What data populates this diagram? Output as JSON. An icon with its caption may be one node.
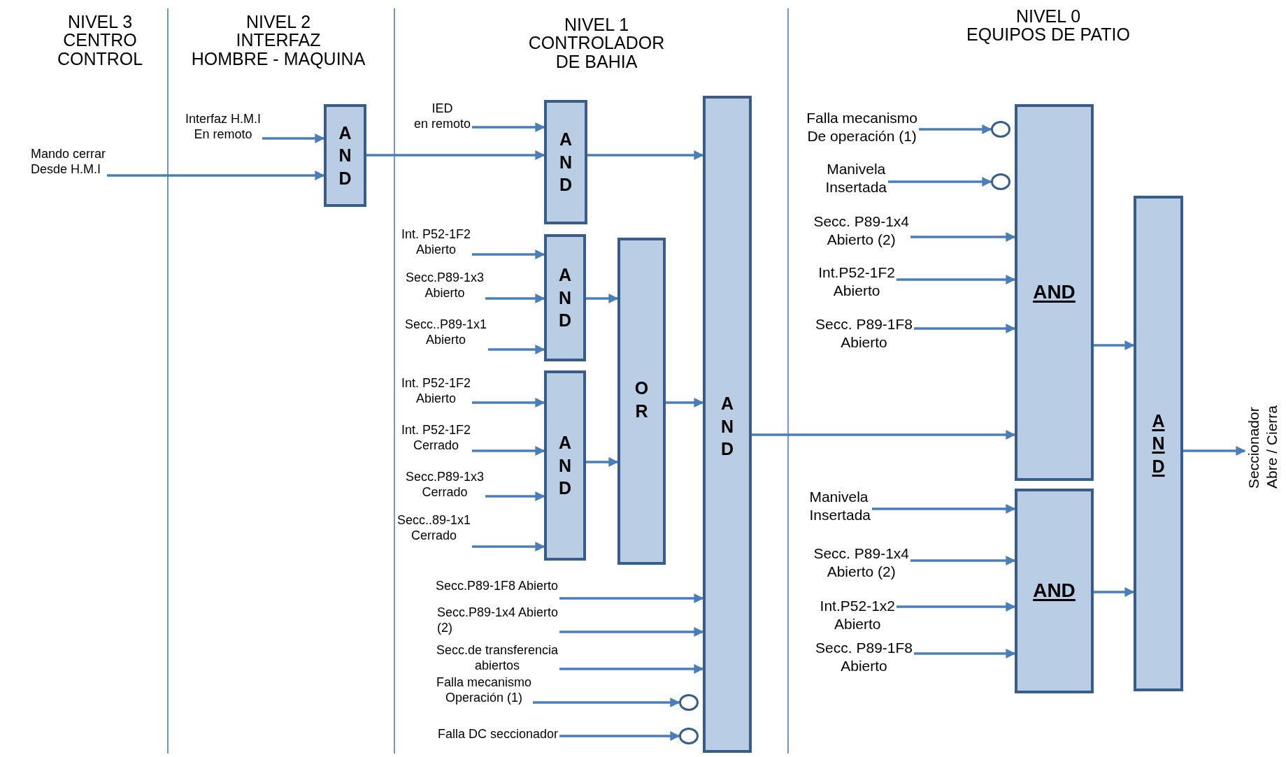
{
  "diagram": {
    "nodes": [
      {
        "text": [
          "Mando cerrar Desde H.M.I"
        ]
      },
      {
        "text": [
          "Interfaz H.M.I En remoto"
        ]
      },
      {
        "text": [
          "AND"
        ]
      },
      {
        "text": [
          "IED en remoto"
        ]
      },
      {
        "text": [
          "AND"
        ]
      },
      {
        "text": [
          "Int. P52-1F2 Abierto"
        ]
      },
      {
        "text": [
          "Secc.P89-1x3 Abierto"
        ]
      },
      {
        "text": [
          "Secc..P89-1x1 Abierto"
        ]
      },
      {
        "text": [
          "AND"
        ]
      },
      {
        "text": [
          "Int. P52-1F2 Abierto"
        ]
      },
      {
        "text": [
          "Int. P52-1F2 Cerrado"
        ]
      },
      {
        "text": [
          "Secc.P89-1x3 Cerrado"
        ]
      },
      {
        "text": [
          "Secc..89-1x1 Cerrado"
        ]
      },
      {
        "text": [
          "AND"
        ]
      },
      {
        "text": [
          "OR"
        ]
      },
      {
        "text": [
          "Secc.P89-1F8 Abierto"
        ]
      },
      {
        "text": [
          "Secc.P89-1x4 Abierto (2)"
        ]
      },
      {
        "text": [
          "Secc.de transferencia abiertos"
        ]
      },
      {
        "text": [
          "Falla mecanismo Operación (1)"
        ]
      },
      {
        "text": [],
        "shape": "circle"
      },
      {
        "text": [
          "Falla DC seccionador"
        ]
      },
      {
        "text": [],
        "shape": "circle"
      },
      {
        "text": [
          "AND"
        ]
      },
      {
        "text": [
          "Falla mecanismo De operación (1)"
        ]
      },
      {
        "text": [],
        "shape": "circle"
      },
      {
        "text": [
          "Manivela Insertada"
        ]
      },
      {
        "text": [],
        "shape": "circle"
      },
      {
        "text": [
          "Secc. P89-1x4 Abierto (2)"
        ]
      },
      {
        "text": [
          "Int.P52-1F2 Abierto"
        ]
      },
      {
        "text": [
          "Secc. P89-1F8 Abierto"
        ]
      },
      {
        "text": [
          "AND"
        ]
      },
      {
        "text": [
          "Manivela Insertada"
        ]
      },
      {
        "text": [
          "Secc. P89-1x4 Abierto (2)"
        ]
      },
      {
        "text": [
          "Int.P52-1x2 Abierto"
        ]
      },
      {
        "text": [
          "Secc. P89-1F8 Abierto"
        ]
      },
      {
        "text": [
          "AND"
        ]
      },
      {
        "text": [
          "AND"
        ]
      },
      {
        "text": [
          "Seccionador Abre / Cierra"
        ]
      }
    ],
    "edges": [
      {
        "from": 0,
        "to": 2,
        "arrow": "to"
      },
      {
        "from": 1,
        "to": 2,
        "arrow": "to"
      },
      {
        "from": 2,
        "to": 4,
        "arrow": "to"
      },
      {
        "from": 3,
        "to": 4,
        "arrow": "to"
      },
      {
        "from": 4,
        "to": 22,
        "arrow": "to"
      },
      {
        "from": 5,
        "to": 8,
        "arrow": "to"
      },
      {
        "from": 6,
        "to": 8,
        "arrow": "to"
      },
      {
        "from": 7,
        "to": 8,
        "arrow": "to"
      },
      {
        "from": 8,
        "to": 14,
        "arrow": "to"
      },
      {
        "from": 9,
        "to": 13,
        "arrow": "to"
      },
      {
        "from": 10,
        "to": 13,
        "arrow": "to"
      },
      {
        "from": 11,
        "to": 13,
        "arrow": "to"
      },
      {
        "from": 12,
        "to": 13,
        "arrow": "to"
      },
      {
        "from": 13,
        "to": 14,
        "arrow": "to"
      },
      {
        "from": 14,
        "to": 22,
        "arrow": "to"
      },
      {
        "from": 15,
        "to": 22,
        "arrow": "to"
      },
      {
        "from": 16,
        "to": 22,
        "arrow": "to"
      },
      {
        "from": 17,
        "to": 22,
        "arrow": "to"
      },
      {
        "from": 18,
        "to": 19,
        "arrow": "to"
      },
      {
        "from": 20,
        "to": 21,
        "arrow": "to"
      },
      {
        "from": 22,
        "to": 30,
        "arrow": "to"
      },
      {
        "from": 23,
        "to": 24,
        "arrow": "to"
      },
      {
        "from": 25,
        "to": 26,
        "arrow": "to"
      },
      {
        "from": 27,
        "to": 30,
        "arrow": "to"
      },
      {
        "from": 28,
        "to": 30,
        "arrow": "to"
      },
      {
        "from": 29,
        "to": 30,
        "arrow": "to"
      },
      {
        "from": 30,
        "to": 36,
        "arrow": "to"
      },
      {
        "from": 31,
        "to": 35,
        "arrow": "to"
      },
      {
        "from": 32,
        "to": 35,
        "arrow": "to"
      },
      {
        "from": 33,
        "to": 35,
        "arrow": "to"
      },
      {
        "from": 34,
        "to": 35,
        "arrow": "to"
      },
      {
        "from": 35,
        "to": 36,
        "arrow": "to"
      },
      {
        "from": 36,
        "to": 37,
        "arrow": "to"
      }
    ],
    "labels": [
      "NIVEL 3 CENTRO CONTROL",
      "NIVEL 2 INTERFAZ HOMBRE - MAQUINA",
      "NIVEL 1 CONTROLADOR DE BAHIA",
      "NIVEL 0 EQUIPOS DE PATIO"
    ]
  }
}
